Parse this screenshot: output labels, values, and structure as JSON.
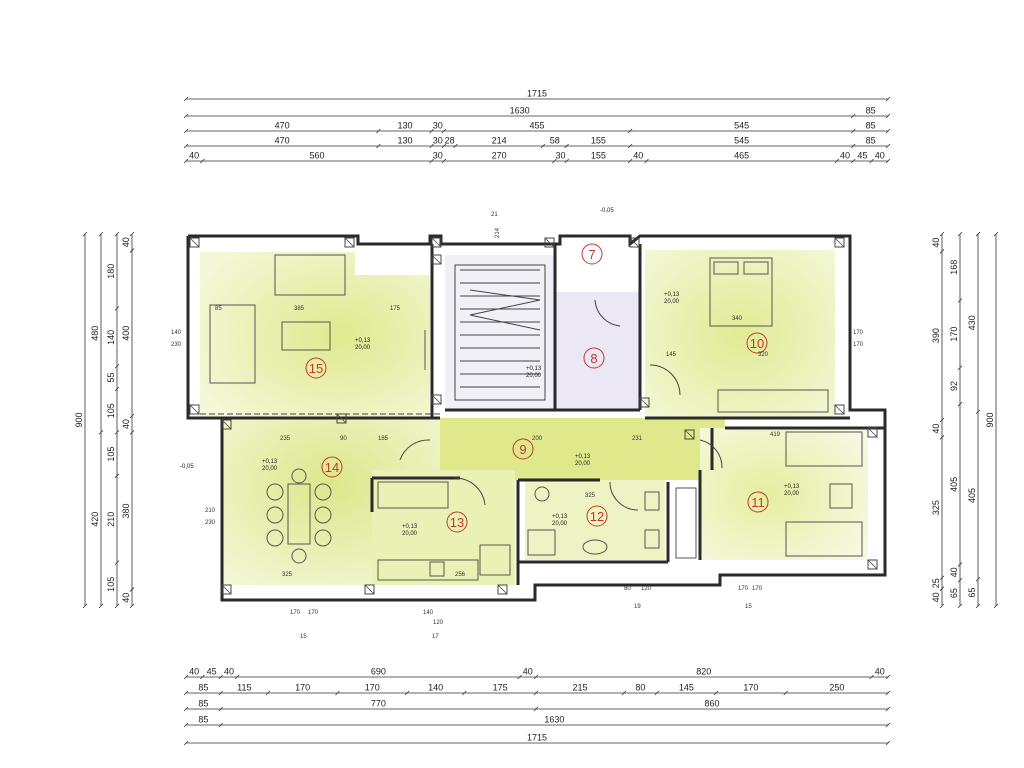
{
  "dimensions": {
    "top": [
      {
        "row": 0,
        "values": [
          "1715"
        ]
      },
      {
        "row": 1,
        "values": [
          "1630",
          "85"
        ]
      },
      {
        "row": 2,
        "values": [
          "470",
          "130",
          "30",
          "455",
          "545",
          "85"
        ]
      },
      {
        "row": 3,
        "values": [
          "470",
          "130",
          "30",
          "28",
          "214",
          "58",
          "155",
          "545",
          "85"
        ]
      },
      {
        "row": 4,
        "values": [
          "40",
          "560",
          "30",
          "270",
          "30",
          "155",
          "40",
          "465",
          "40",
          "45",
          "40"
        ]
      }
    ],
    "bottom": [
      {
        "row": 0,
        "values": [
          "40",
          "45",
          "40",
          "690",
          "40",
          "820",
          "40"
        ]
      },
      {
        "row": 1,
        "values": [
          "85",
          "115",
          "170",
          "170",
          "140",
          "175",
          "215",
          "80",
          "145",
          "170",
          "250"
        ]
      },
      {
        "row": 2,
        "values": [
          "85",
          "770",
          "860"
        ]
      },
      {
        "row": 3,
        "values": [
          "85",
          "1630"
        ]
      },
      {
        "row": 4,
        "values": [
          "1715"
        ]
      }
    ],
    "left": [
      {
        "col": 0,
        "values": [
          "900"
        ]
      },
      {
        "col": 1,
        "values": [
          "480",
          "420"
        ]
      },
      {
        "col": 2,
        "values": [
          "180",
          "140",
          "55",
          "105",
          "105",
          "210",
          "105"
        ]
      },
      {
        "col": 3,
        "values": [
          "40",
          "400",
          "40",
          "380",
          "40"
        ]
      }
    ],
    "right": [
      {
        "col": 0,
        "values": [
          "40",
          "390",
          "40",
          "325",
          "25",
          "40"
        ]
      },
      {
        "col": 1,
        "values": [
          "168",
          "170",
          "92",
          "405",
          "40",
          "65"
        ]
      },
      {
        "col": 2,
        "values": [
          "430",
          "405",
          "65"
        ]
      },
      {
        "col": 3,
        "values": [
          "900"
        ]
      }
    ]
  },
  "rooms": [
    {
      "id": "7",
      "level": "",
      "area": ""
    },
    {
      "id": "8",
      "level": "+0,13",
      "area": "20,00"
    },
    {
      "id": "9",
      "level": "+0,13",
      "area": "20,00"
    },
    {
      "id": "10",
      "level": "+0,13",
      "area": "20,00"
    },
    {
      "id": "11",
      "level": "+0,13",
      "area": "20,00"
    },
    {
      "id": "12",
      "level": "+0,13",
      "area": "20,00"
    },
    {
      "id": "13",
      "level": "+0,13",
      "area": "20,00"
    },
    {
      "id": "14",
      "level": "+0,13",
      "area": "20,00"
    },
    {
      "id": "15",
      "level": "+0,13",
      "area": "20,00"
    }
  ],
  "levels": {
    "outside_top": "-0,05",
    "outside_left": "-0,05"
  },
  "inner_labels": {
    "r15_a": "385",
    "r15_b": "175",
    "r15_c": "85",
    "r14_a": "235",
    "r14_b": "90",
    "r14_c": "185",
    "r9_a": "200",
    "r9_b": "231",
    "r10_a": "340",
    "r10_b": "145",
    "r10_c": "320",
    "r11_a": "419",
    "r12_a": "325",
    "r13_a": "256",
    "r14_d": "325",
    "stair_a": "21",
    "stair_b": "214",
    "left_a": "140",
    "left_b": "230",
    "left_c": "210",
    "left_d": "230",
    "right_a": "170",
    "right_b": "170",
    "bottom_a": "170",
    "bottom_b": "170",
    "bottom_c": "140",
    "bottom_d": "120",
    "bottom_e": "80",
    "bottom_f": "120",
    "bottom_g": "170",
    "bottom_h": "170",
    "sec_a": "15",
    "sec_b": "17",
    "sec_c": "19",
    "sec_d": "15"
  },
  "colors": {
    "room_fill": "#e4eea4",
    "room_fill_light": "#f1f6cf",
    "room_fill_lavender": "#eae6f3",
    "room_marker": "#c0392b",
    "wall": "#2a2a2a"
  }
}
